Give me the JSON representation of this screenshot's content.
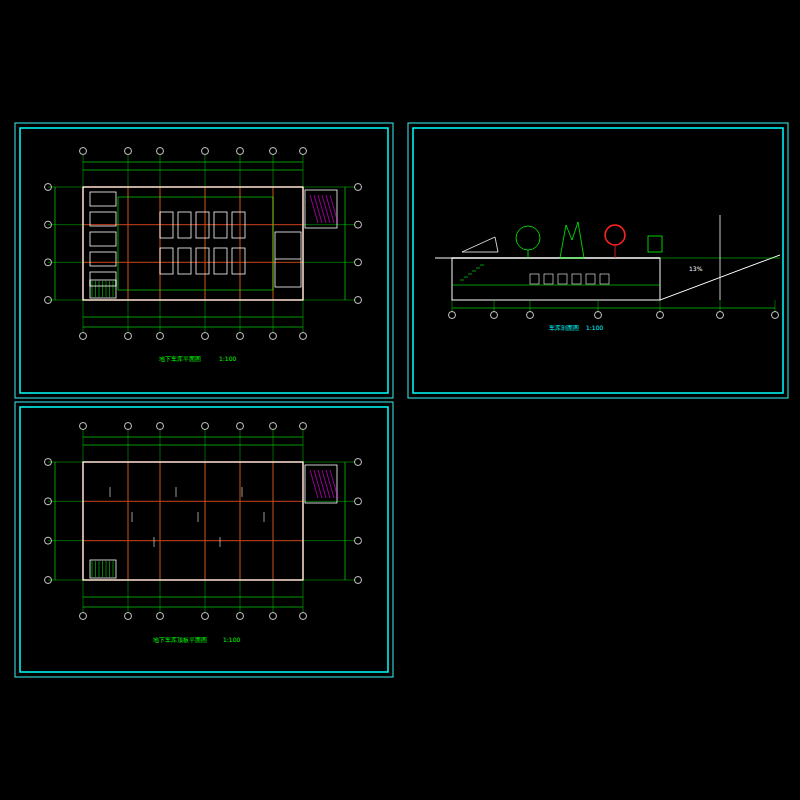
{
  "diagram": {
    "labels": [
      "地下车库平面图",
      "1:100",
      "地下车库顶板平面图",
      "1:100",
      "车库剖面图",
      "1:100",
      "13%"
    ]
  }
}
